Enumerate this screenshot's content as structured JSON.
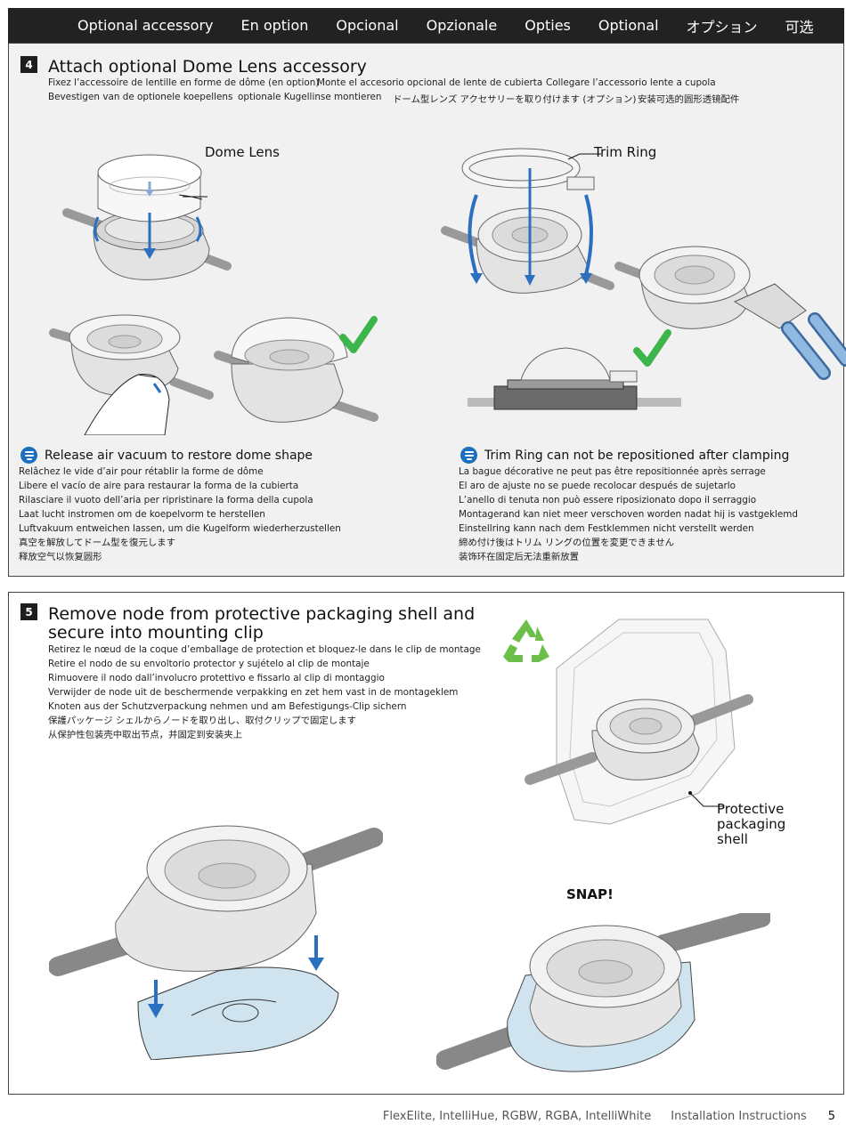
{
  "languages": [
    "Optional accessory",
    "En option",
    "Opcional",
    "Opzionale",
    "Opties",
    "Optional",
    "オプション",
    "可选"
  ],
  "step4": {
    "number": "4",
    "title": "Attach optional Dome Lens accessory",
    "subtitles": [
      "Fixez l’accessoire de lentille en forme de dôme (en option)",
      "Monte el accesorio opcional de lente de cubierta",
      "Collegare l’accessorio lente a cupola",
      "Bevestigen van de optionele koepellens",
      "optionale Kugellinse montieren",
      "ドーム型レンズ アクセサリーを取り付けます (オプション)",
      "安装可选的圆形透镜配件"
    ],
    "callout_dome_lens": "Dome Lens",
    "callout_trim_ring": "Trim Ring",
    "note_left": {
      "heading": "Release air vacuum to restore dome shape",
      "lines": [
        "Relâchez le vide d’air pour rétablir la forme de dôme",
        "Libere el vacío de aire para restaurar la forma de la cubierta",
        "Rilasciare il vuoto dell’aria per ripristinare la forma della cupola",
        "Laat lucht instromen om de koepelvorm te herstellen",
        "Luftvakuum entweichen lassen, um die Kugelform wiederherzustellen",
        "真空を解放してドーム型を復元します",
        "释放空气以恢复圆形"
      ]
    },
    "note_right": {
      "heading": "Trim Ring can not be repositioned after clamping",
      "lines": [
        "La bague décorative ne peut pas être repositionnée après serrage",
        "El aro de ajuste no se puede recolocar después de sujetarlo",
        "L’anello di tenuta non può essere riposizionato dopo il serraggio",
        "Montagerand kan niet meer verschoven worden nadat hij is vastgeklemd",
        "Einstellring kann nach dem Festklemmen nicht verstellt werden",
        "締め付け後はトリム リングの位置を変更できません",
        "装饰环在固定后无法重新放置"
      ]
    }
  },
  "step5": {
    "number": "5",
    "title_line1": "Remove node from protective packaging shell and",
    "title_line2": "secure into mounting clip",
    "subtitles": [
      "Retirez le nœud de la coque d’emballage de protection et bloquez-le dans le clip de montage",
      "Retire el nodo de su envoltorio protector y sujételo al clip de montaje",
      "Rimuovere il nodo dall’involucro protettivo e fissarlo al clip di montaggio",
      "Verwijder de node uit de beschermende verpakking en zet hem vast in de montageklem",
      "Knoten aus der Schutzverpackung nehmen und am Befestigungs-Clip sichern",
      "保護パッケージ シェルからノードを取り出し、取付クリップで固定します",
      "从保护性包装壳中取出节点，并固定到安装夹上"
    ],
    "callout_shell_line1": "Protective",
    "callout_shell_line2": "packaging",
    "callout_shell_line3": "shell",
    "snap": "SNAP!"
  },
  "footer": {
    "products": "FlexElite, IntelliHue, RGBW, RGBA, IntelliWhite",
    "doc": "Installation Instructions",
    "page": "5"
  },
  "colors": {
    "arrow_blue": "#2a6fc0",
    "check_green": "#3cb54a",
    "recycle_green": "#6cc04a",
    "clip_blue": "#cfe4ef",
    "langbar_bg": "#222222"
  },
  "icons": [
    "note-icon",
    "recycle-icon",
    "checkmark-icon",
    "arrow-icon"
  ]
}
